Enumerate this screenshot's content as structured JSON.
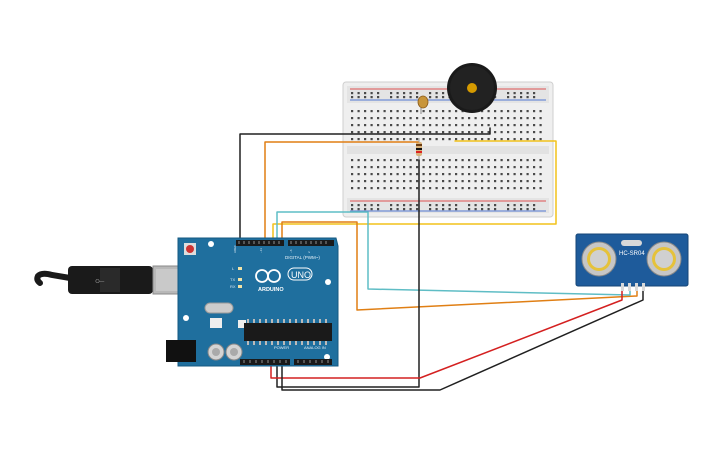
{
  "arduino": {
    "brand": "ARDUINO",
    "model": "UNO",
    "digital_header": "DIGITAL (PWM~)",
    "power_header": "POWER",
    "analog_header": "ANALOG IN",
    "led_labels": {
      "l": "L",
      "tx": "TX",
      "rx": "RX"
    },
    "board_color": "#1f6f9e"
  },
  "sensor": {
    "model": "HC-SR04",
    "board_color": "#1e5b9b"
  },
  "colors": {
    "wire_black": "#202020",
    "wire_orange": "#e07f14",
    "wire_yellow": "#f2c21a",
    "wire_cyan": "#5fbdc5",
    "wire_red": "#d42020",
    "breadboard": "#ededed",
    "rail_red": "#d22",
    "rail_blue": "#2255cc"
  },
  "icons": {
    "usb": "usb-cable-icon",
    "buzzer": "piezo-buzzer-icon",
    "photoresistor": "photoresistor-icon",
    "resistor": "resistor-icon"
  }
}
